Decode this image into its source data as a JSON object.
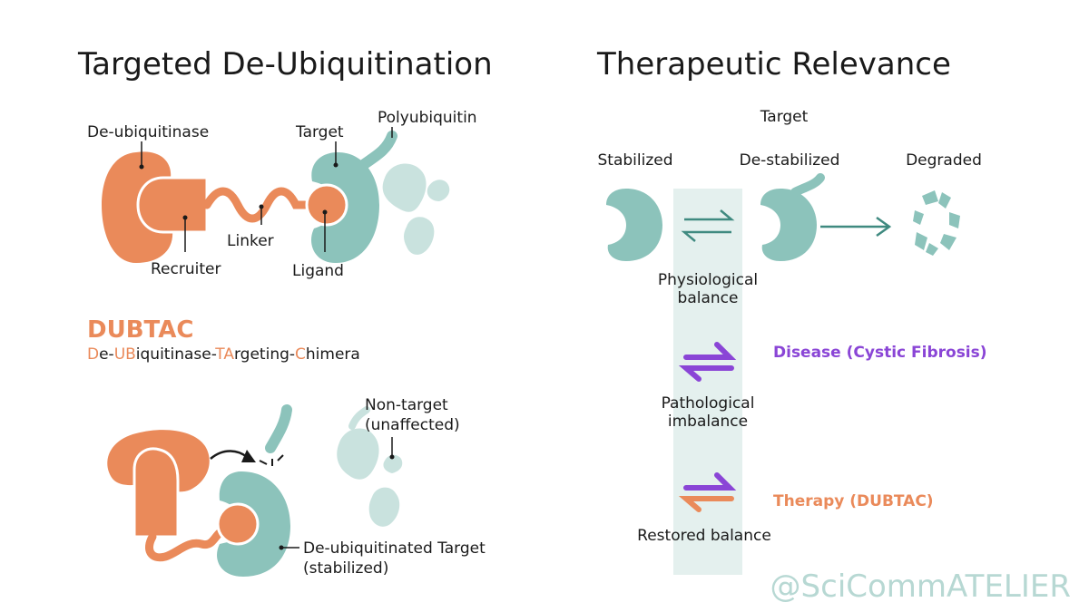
{
  "left_panel": {
    "title": "Targeted De-Ubiquitination",
    "labels": {
      "de_ubiquitinase": "De-ubiquitinase",
      "target": "Target",
      "polyubiquitin": "Polyubiquitin",
      "linker": "Linker",
      "recruiter": "Recruiter",
      "ligand": "Ligand"
    },
    "acronym": "DUBTAC",
    "expansion_parts": [
      {
        "text": "D",
        "highlight": true
      },
      {
        "text": "e-",
        "highlight": false
      },
      {
        "text": "UB",
        "highlight": true
      },
      {
        "text": "iquitinase-",
        "highlight": false
      },
      {
        "text": "TA",
        "highlight": true
      },
      {
        "text": "rgeting-",
        "highlight": false
      },
      {
        "text": "C",
        "highlight": true
      },
      {
        "text": "himera",
        "highlight": false
      }
    ],
    "non_target": {
      "line1": "Non-target",
      "line2": "(unaffected)"
    },
    "deub_target": {
      "line1": "De-ubiquitinated Target",
      "line2": "(stabilized)"
    }
  },
  "right_panel": {
    "title": "Therapeutic Relevance",
    "header_target": "Target",
    "states": {
      "stabilized": "Stabilized",
      "destabilized": "De-stabilized",
      "degraded": "Degraded"
    },
    "physiological": {
      "line1": "Physiological",
      "line2": "balance"
    },
    "pathological": {
      "line1": "Pathological",
      "line2": "imbalance"
    },
    "restored": "Restored balance",
    "disease_label": "Disease (Cystic Fibrosis)",
    "therapy_label": "Therapy (DUBTAC)"
  },
  "watermark": "@SciCommATELIER",
  "colors": {
    "orange": "#ea8a5a",
    "teal": "#8cc3bb",
    "teal_light": "#c9e2de",
    "band": "#e4f0ee",
    "purple": "#8a45d6",
    "arrow_teal": "#3f8a80"
  },
  "icons": [
    "dub-enzyme-icon",
    "target-protein-icon",
    "polyubiquitin-chain-icon",
    "equilibrium-arrows-icon",
    "degraded-fragments-icon"
  ]
}
